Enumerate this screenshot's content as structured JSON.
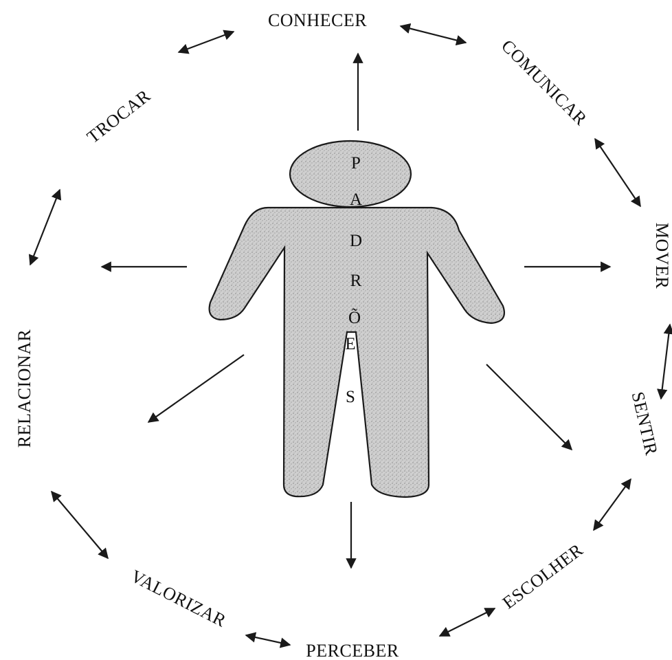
{
  "labels": {
    "conhecer": "CONHECER",
    "comunicar": "COMUNICAR",
    "mover": "MOVER",
    "sentir": "SENTIR",
    "escolher": "ESCOLHER",
    "perceber": "PERCEBER",
    "valorizar": "VALORIZAR",
    "relacionar": "RELACIONAR",
    "trocar": "TROCAR"
  },
  "center_word": [
    "P",
    "A",
    "D",
    "R",
    "Õ",
    "E",
    "S"
  ],
  "colors": {
    "ink": "#1a1a1a",
    "figure_fill": "#c9c9c9",
    "background": "#ffffff"
  }
}
